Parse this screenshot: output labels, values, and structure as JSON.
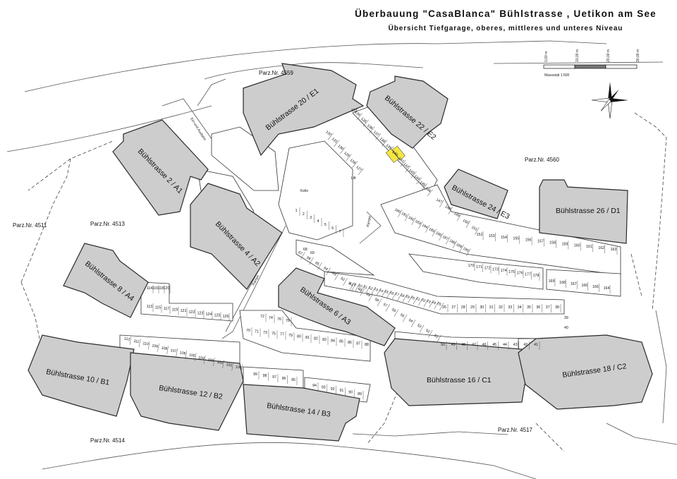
{
  "header": {
    "title": "Überbauung \"CasaBlanca\" Bühlstrasse , Uetikon am See",
    "subtitle": "Übersicht Tiefgarage, oberes, mittleres und unteres Niveau"
  },
  "scale": {
    "label": "Massstab  1:500",
    "ticks": [
      "0,00 m",
      "10,00 m",
      "20,00 m",
      "30,00 m"
    ]
  },
  "parcels": {
    "p4559": "Parz.Nr. 4559",
    "p4560": "Parz.Nr. 4560",
    "p4511": "Parz.Nr. 4511",
    "p4513": "Parz.Nr. 4513",
    "p4514": "Parz.Nr. 4514",
    "p4517": "Parz.Nr. 4517"
  },
  "buildings": {
    "e1": "Bühlstrasse 20 / E1",
    "e2": "Bühlstrasse 22 / E2",
    "a1": "Bühlstrasse 2 / A1",
    "a2": "Bühlstrasse 4 / A2",
    "e3": "Bühlstrasse 24 / E3",
    "d1": "Bühlstrasse 26 / D1",
    "a4": "Bühlstrasse 8 / A4",
    "a3": "Bühlstrasse 6 / A3",
    "b1": "Bühlstrasse 10 / B1",
    "b2": "Bühlstrasse 12 / B2",
    "b3": "Bühlstrasse 14 / B3",
    "c1": "Bühlstrasse 16 / C1",
    "c2": "Bühlstrasse 18 / C2"
  },
  "labels": {
    "rampe_a": "Rampe",
    "rampe_b": "Rampe",
    "einfahrt": "Ein-und Ausfahrt",
    "lift": "Lift",
    "keller": "Kelle"
  },
  "highlight_color": "#f5e642",
  "stalls": {
    "e2_row": [
      "134",
      "135",
      "136",
      "137",
      "138",
      "139",
      "140",
      "141"
    ],
    "e2_row_b": [
      "142",
      "143",
      "144",
      "145",
      "146"
    ],
    "e3_row": [
      "147",
      "148",
      "149",
      "150",
      "151"
    ],
    "d1_row": [
      "152",
      "153",
      "154",
      "155",
      "156",
      "157",
      "158",
      "159",
      "160",
      "161",
      "162",
      "163"
    ],
    "d1_row2": [
      "180",
      "181",
      "182",
      "183",
      "184",
      "185",
      "186",
      "187",
      "188",
      "189",
      "190"
    ],
    "d1_row3": [
      "178",
      "177",
      "176",
      "175",
      "174",
      "173",
      "172",
      "171",
      "170"
    ],
    "d1_row4": [
      "169",
      "168",
      "167",
      "166",
      "165",
      "164"
    ],
    "mid_row": [
      "26",
      "27",
      "28",
      "29",
      "30",
      "31",
      "32",
      "33",
      "34",
      "35",
      "36",
      "37",
      "38"
    ],
    "c1_row": [
      "50",
      "49",
      "48",
      "47",
      "46",
      "45",
      "44",
      "43",
      "42",
      "41"
    ],
    "a4_row1": [
      "114",
      "116",
      "118",
      "120"
    ],
    "a4_row2": [
      "113",
      "115",
      "117",
      "119",
      "121",
      "122",
      "123",
      "124",
      "125",
      "126"
    ],
    "a3_row1": [
      "72",
      "74",
      "76",
      "78"
    ],
    "a3_row2": [
      "70",
      "71",
      "73",
      "75",
      "77",
      "79",
      "80",
      "81",
      "82",
      "83",
      "84",
      "85",
      "86",
      "87",
      "88"
    ],
    "b_row1": [
      "112",
      "111",
      "110",
      "109",
      "108",
      "107",
      "106",
      "105",
      "104",
      "103",
      "102",
      "101",
      "100"
    ],
    "b3_row1": [
      "99",
      "98",
      "97",
      "96",
      "95"
    ],
    "b3_row2": [
      "94",
      "93",
      "92",
      "91",
      "90",
      "89"
    ],
    "center_row": [
      "1",
      "2",
      "3",
      "4",
      "5",
      "6",
      "7"
    ],
    "e1_row": [
      "132",
      "131",
      "130",
      "129",
      "128",
      "127"
    ],
    "diag_row": [
      "67",
      "66",
      "65",
      "64",
      "63",
      "62",
      "61",
      "60",
      "59",
      "58",
      "57",
      "56",
      "55",
      "54",
      "53",
      "52",
      "51"
    ],
    "diag_row2": [
      "8",
      "9",
      "10",
      "11",
      "12",
      "13",
      "14",
      "15",
      "16",
      "17",
      "18",
      "19",
      "20",
      "21",
      "22",
      "23",
      "24",
      "25"
    ],
    "misc": [
      "39",
      "40",
      "69",
      "68",
      "133"
    ]
  },
  "highlighted_stalls": [
    "140",
    "141"
  ]
}
